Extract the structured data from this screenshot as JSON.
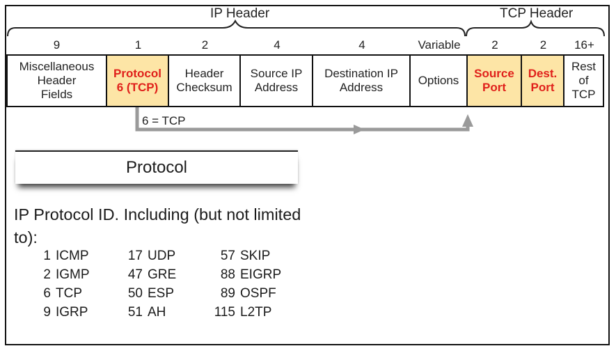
{
  "headers": {
    "ip": "IP Header",
    "tcp": "TCP Header"
  },
  "fields": [
    {
      "size": "9",
      "label": "Miscellaneous\nHeader\nFields",
      "highlight": false
    },
    {
      "size": "1",
      "label": "Protocol\n6 (TCP)",
      "highlight": true
    },
    {
      "size": "2",
      "label": "Header\nChecksum",
      "highlight": false
    },
    {
      "size": "4",
      "label": "Source IP\nAddress",
      "highlight": false
    },
    {
      "size": "4",
      "label": "Destination IP\nAddress",
      "highlight": false
    },
    {
      "size": "Variable",
      "label": "Options",
      "highlight": false
    },
    {
      "size": "2",
      "label": "Source\nPort",
      "highlight": true
    },
    {
      "size": "2",
      "label": "Dest.\nPort",
      "highlight": true
    },
    {
      "size": "16+",
      "label": "Rest\nof\nTCP",
      "highlight": false
    }
  ],
  "arrow_label": "6 = TCP",
  "protocol_box": {
    "title": "Protocol"
  },
  "description": "IP Protocol ID.  Including (but not limited to):",
  "protocol_ids": [
    [
      {
        "num": "1",
        "name": "ICMP"
      },
      {
        "num": "17",
        "name": "UDP"
      },
      {
        "num": "57",
        "name": "SKIP"
      }
    ],
    [
      {
        "num": "2",
        "name": "IGMP"
      },
      {
        "num": "47",
        "name": "GRE"
      },
      {
        "num": "88",
        "name": "EIGRP"
      }
    ],
    [
      {
        "num": "6",
        "name": "TCP"
      },
      {
        "num": "50",
        "name": "ESP"
      },
      {
        "num": "89",
        "name": "OSPF"
      }
    ],
    [
      {
        "num": "9",
        "name": "IGRP"
      },
      {
        "num": "51",
        "name": "AH"
      },
      {
        "num": "115",
        "name": "L2TP"
      }
    ]
  ],
  "colors": {
    "highlight_bg": "#fde5a6",
    "highlight_text": "#e0201b",
    "arrow": "#9a9a9a"
  }
}
